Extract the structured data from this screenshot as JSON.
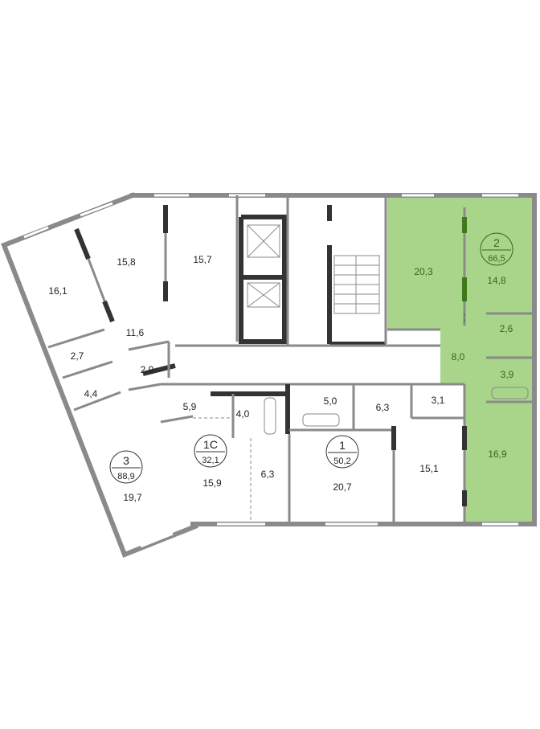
{
  "plan": {
    "highlight_color": "#a8d58a",
    "highlight_dark": "#3d7a1c",
    "wall_color": "#8a8a8a",
    "apartments": [
      {
        "id": "3",
        "area": "88,9"
      },
      {
        "id": "1С",
        "area": "32,1"
      },
      {
        "id": "1",
        "area": "50,2"
      },
      {
        "id": "2",
        "area": "66,5",
        "highlighted": true
      }
    ],
    "rooms": {
      "r16_1": "16,1",
      "r15_8": "15,8",
      "r15_7": "15,7",
      "r11_6": "11,6",
      "r2_7": "2,7",
      "r4_4": "4,4",
      "r2_9": "2,9",
      "r19_7": "19,7",
      "r5_9": "5,9",
      "r4_0": "4,0",
      "r15_9": "15,9",
      "r6_3a": "6,3",
      "r5_0": "5,0",
      "r6_3b": "6,3",
      "r3_1": "3,1",
      "r20_7": "20,7",
      "r15_1": "15,1",
      "r20_3": "20,3",
      "r14_8": "14,8",
      "r2_6": "2,6",
      "r8_0": "8,0",
      "r3_9": "3,9",
      "r16_9": "16,9"
    }
  }
}
